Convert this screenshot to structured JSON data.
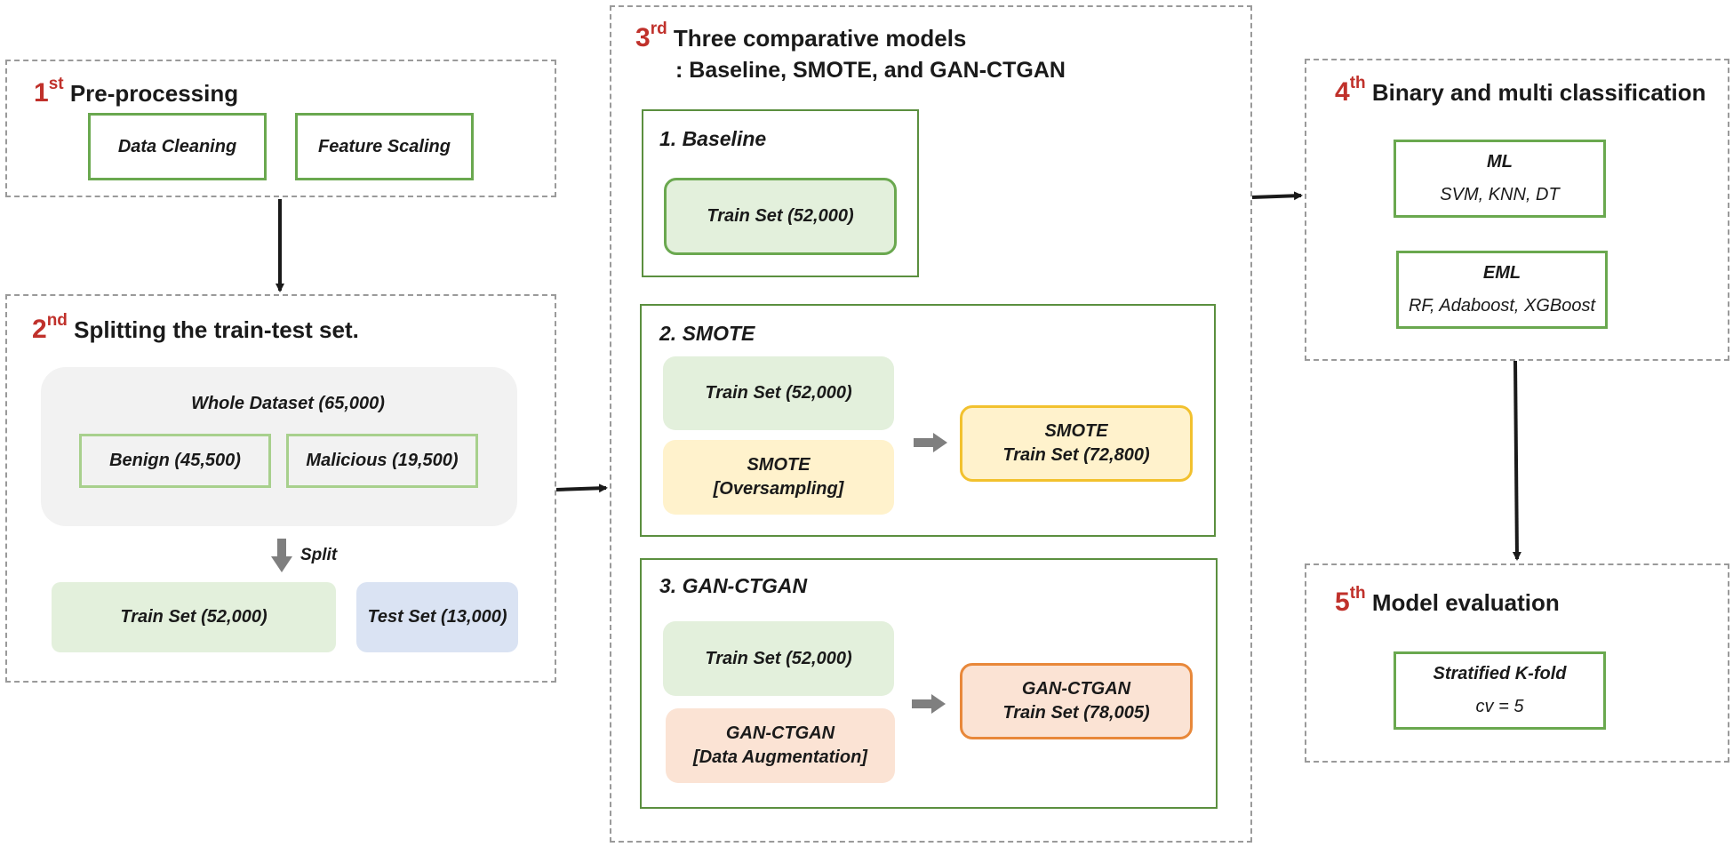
{
  "stage1": {
    "ordinal": "1",
    "sup": "st",
    "title": "Pre-processing",
    "items": [
      "Data Cleaning",
      "Feature Scaling"
    ]
  },
  "stage2": {
    "ordinal": "2",
    "sup": "nd",
    "title": "Splitting the train-test set.",
    "whole": "Whole Dataset (65,000)",
    "benign": "Benign (45,500)",
    "malicious": "Malicious (19,500)",
    "split_label": "Split",
    "train": "Train Set (52,000)",
    "test": "Test Set (13,000)"
  },
  "stage3": {
    "ordinal": "3",
    "sup": "rd",
    "title": "Three comparative models",
    "subtitle": ": Baseline, SMOTE, and GAN-CTGAN",
    "baseline": {
      "title": "1. Baseline",
      "train": "Train Set (52,000)"
    },
    "smote": {
      "title": "2. SMOTE",
      "train": "Train Set (52,000)",
      "method_line1": "SMOTE",
      "method_line2": "[Oversampling]",
      "result_line1": "SMOTE",
      "result_line2": "Train Set (72,800)"
    },
    "gan": {
      "title": "3. GAN-CTGAN",
      "train": "Train Set (52,000)",
      "method_line1": "GAN-CTGAN",
      "method_line2": "[Data Augmentation]",
      "result_line1": "GAN-CTGAN",
      "result_line2": "Train Set (78,005)"
    }
  },
  "stage4": {
    "ordinal": "4",
    "sup": "th",
    "title": "Binary and multi classification",
    "ml": {
      "title": "ML",
      "models": "SVM, KNN, DT"
    },
    "eml": {
      "title": "EML",
      "models": "RF, Adaboost, XGBoost"
    }
  },
  "stage5": {
    "ordinal": "5",
    "sup": "th",
    "title": "Model evaluation",
    "method": "Stratified K-fold",
    "param": "cv = 5"
  },
  "colors": {
    "ordinal_red": "#c0312b",
    "green_border": "#6aa84f",
    "yellow_border": "#f2c12e",
    "orange_border": "#e8883a"
  }
}
